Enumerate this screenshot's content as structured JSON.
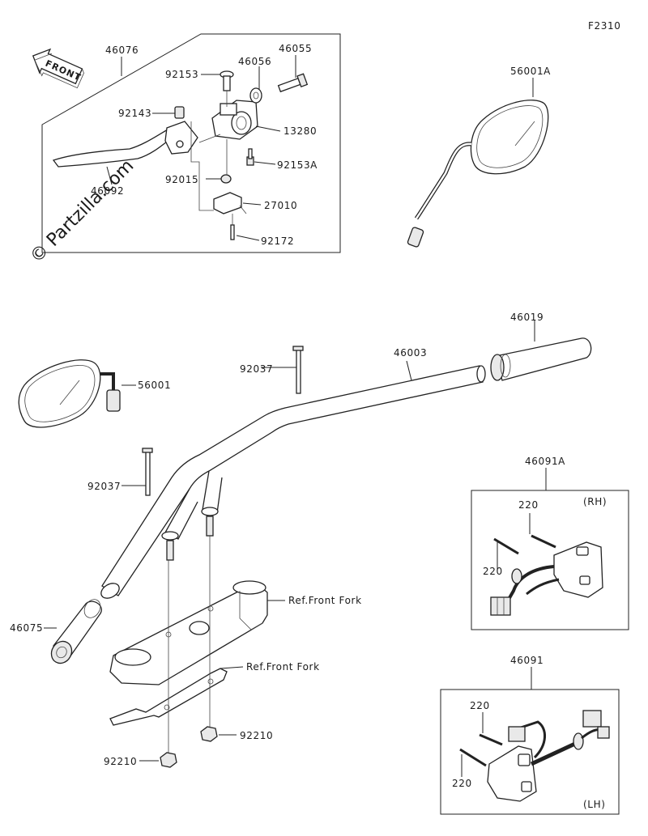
{
  "figure_code": "F2310",
  "watermark": "© Partzilla.com",
  "front_marker": "FRONT",
  "labels": {
    "p46076": "46076",
    "p46055": "46055",
    "p92153": "92153",
    "p46056": "46056",
    "p92143": "92143",
    "p13280": "13280",
    "p92153a": "92153A",
    "p92015": "92015",
    "p27010": "27010",
    "p92172": "92172",
    "p46092": "46092",
    "p56001a": "56001A",
    "p46019": "46019",
    "p46003": "46003",
    "p92037_top": "92037",
    "p56001": "56001",
    "p92037_left": "92037",
    "p46091a": "46091A",
    "p220_r1": "220",
    "p220_r2": "220",
    "p46075": "46075",
    "ref_fork_1": "Ref.Front Fork",
    "ref_fork_2": "Ref.Front Fork",
    "p92210_r": "92210",
    "p92210_l": "92210",
    "p46091": "46091",
    "p220_l1": "220",
    "p220_l2": "220"
  },
  "box_tags": {
    "rh": "(RH)",
    "lh": "(LH)"
  }
}
